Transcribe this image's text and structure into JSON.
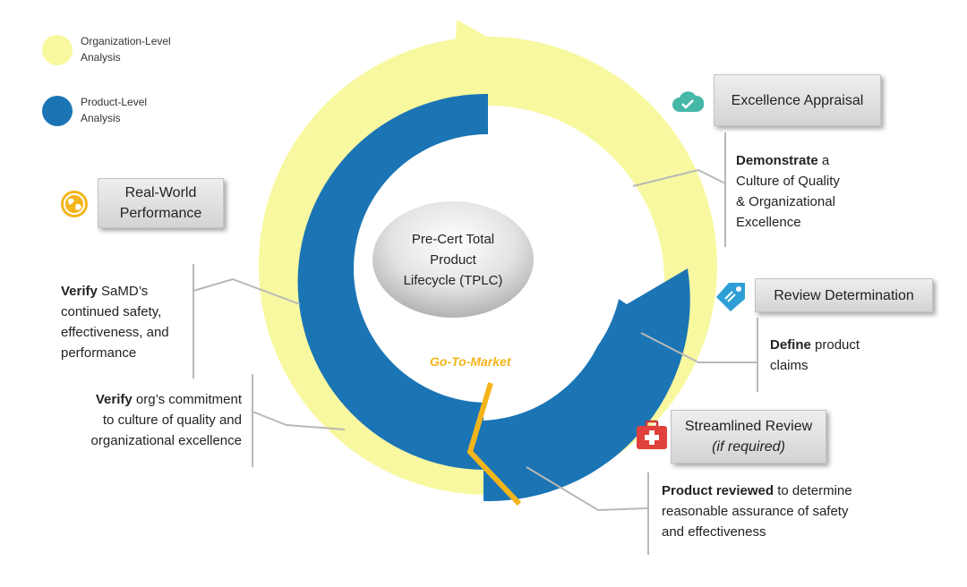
{
  "legend": [
    {
      "label_line1": "Organization-Level",
      "label_line2": "Analysis",
      "color": "#f8f8a0"
    },
    {
      "label_line1": "Product-Level",
      "label_line2": "Analysis",
      "color": "#1b75b5"
    }
  ],
  "center": {
    "line1": "Pre-Cert Total",
    "line2": "Product",
    "line3": "Lifecycle (TPLC)"
  },
  "go_to_market": "Go-To-Market",
  "stages": {
    "excellence": {
      "box": "Excellence Appraisal",
      "desc_bold": "Demonstrate",
      "desc_rest1": " a",
      "desc_line2": "Culture of Quality",
      "desc_line3": "& Organizational",
      "desc_line4": "Excellence",
      "icon": "cloud-check-icon"
    },
    "review_determination": {
      "box": "Review Determination",
      "desc_bold": "Define",
      "desc_rest1": " product",
      "desc_line2": "claims",
      "icon": "tag-icon"
    },
    "streamlined": {
      "box_line1": "Streamlined Review",
      "box_line2": "(if required)",
      "desc_bold": "Product reviewed",
      "desc_rest1": " to determine",
      "desc_line2": "reasonable assurance of safety",
      "desc_line3": "and effectiveness",
      "icon": "first-aid-kit-icon"
    },
    "real_world": {
      "box_line1": "Real-World",
      "box_line2": "Performance",
      "desc1_bold": "Verify",
      "desc1_rest1": " SaMD’s",
      "desc1_line2": "continued safety,",
      "desc1_line3": "effectiveness, and",
      "desc1_line4": "performance",
      "desc2_bold": "Verify",
      "desc2_rest1": " org’s commitment",
      "desc2_line2": "to culture of quality and",
      "desc2_line3": "organizational excellence",
      "icon": "globe-icon"
    }
  },
  "colors": {
    "yellow": "#f8f8a0",
    "blue": "#1b75b5",
    "gold": "#f3b51b",
    "connector": "#b8b8b8"
  }
}
